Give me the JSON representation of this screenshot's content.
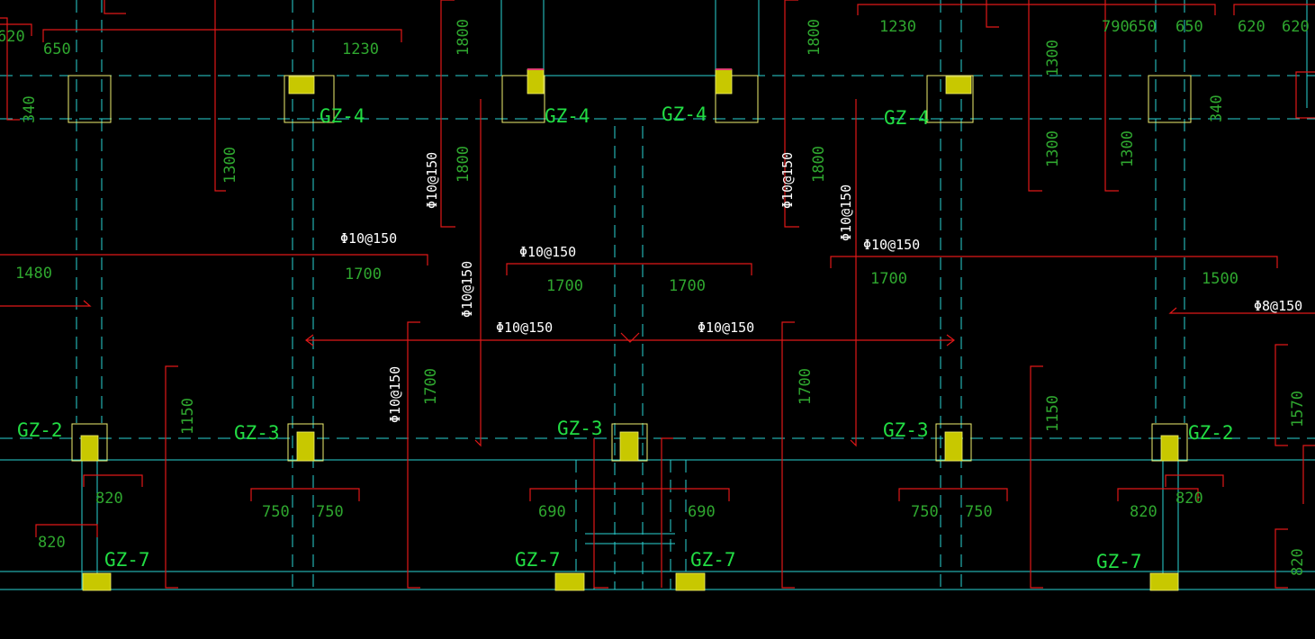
{
  "colors": {
    "background": "#000000",
    "axis": "#2ad4d4",
    "dimension_line": "#e01818",
    "dimension_text": "#2fa72f",
    "rebar_text": "#ffffff",
    "column_label": "#22dd44",
    "column_outline": "#f0f070",
    "column_fill": "#c8c800"
  },
  "column_labels": [
    "GZ-4",
    "GZ-4",
    "GZ-4",
    "GZ-4",
    "GZ-2",
    "GZ-3",
    "GZ-3",
    "GZ-3",
    "GZ-2",
    "GZ-7",
    "GZ-7",
    "GZ-7",
    "GZ-7"
  ],
  "rebar_notes": [
    "Φ10@150",
    "Φ10@150",
    "Φ10@150",
    "Φ10@150",
    "Φ10@150",
    "Φ10@150",
    "Φ8@150",
    "Φ10@150",
    "Φ10@150",
    "Φ10@150",
    "Φ10@150"
  ],
  "dimensions": [
    "620",
    "650",
    "1230",
    "1800",
    "1800",
    "1230",
    "790",
    "650",
    "650",
    "620",
    "620",
    "340",
    "1300",
    "1800",
    "1800",
    "1300",
    "1300",
    "1300",
    "340",
    "1480",
    "1700",
    "1700",
    "1700",
    "1700",
    "1500",
    "1150",
    "1700",
    "1700",
    "1150",
    "1570",
    "820",
    "750",
    "750",
    "690",
    "690",
    "750",
    "750",
    "820",
    "820",
    "820",
    "820"
  ]
}
